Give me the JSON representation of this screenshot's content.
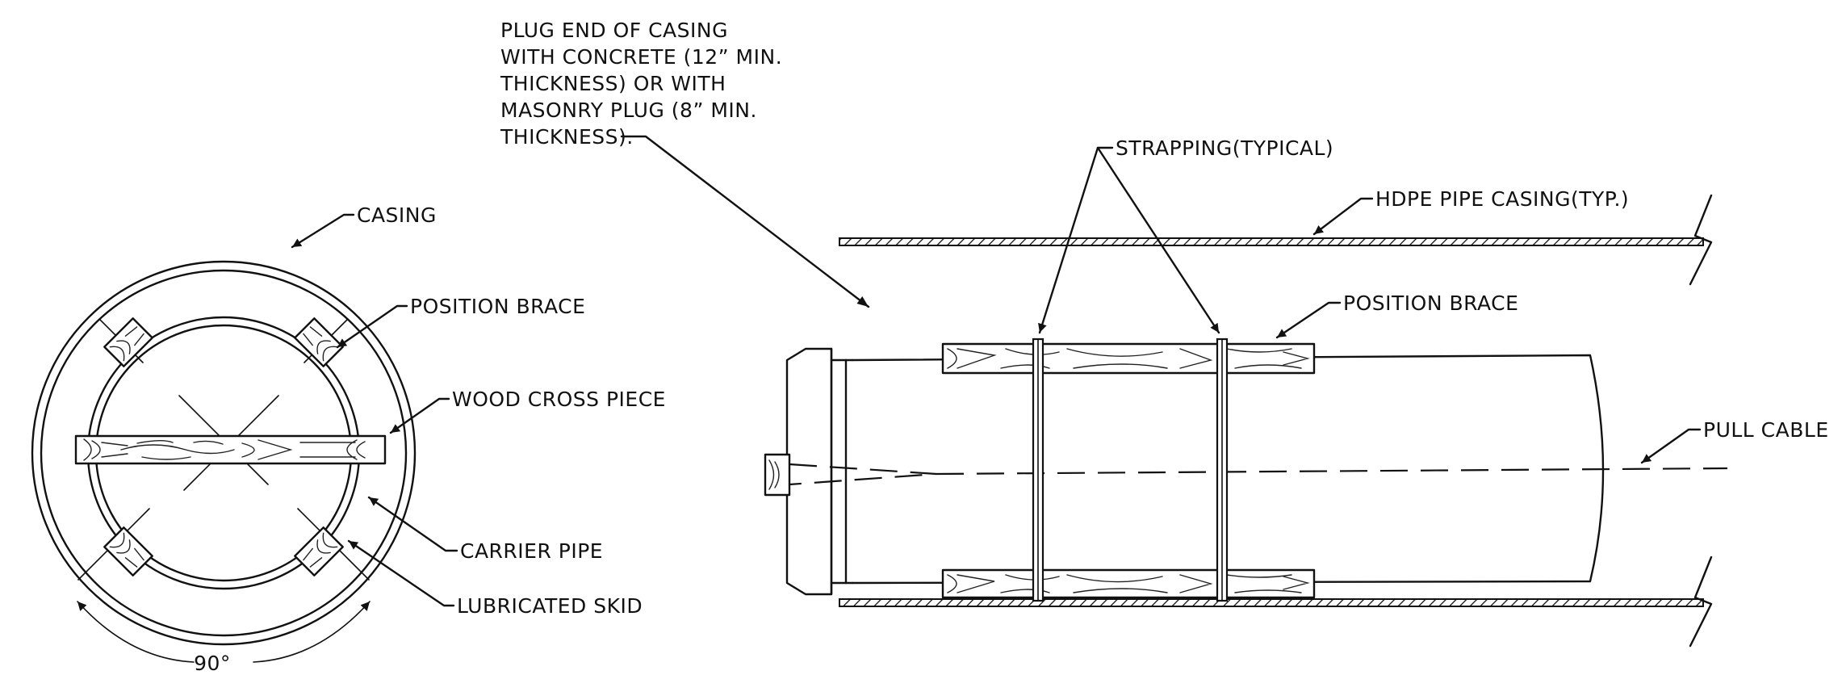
{
  "notes": {
    "plug_end": [
      "PLUG END OF CASING",
      "WITH CONCRETE (12” MIN.",
      "THICKNESS) OR WITH",
      "MASONRY PLUG (8” MIN.",
      "THICKNESS)."
    ]
  },
  "section_view": {
    "casing": "CASING",
    "position_brace": "POSITION BRACE",
    "wood_cross_piece": "WOOD CROSS PIECE",
    "carrier_pipe": "CARRIER PIPE",
    "lubricated_skid": "LUBRICATED SKID",
    "angle": "90°"
  },
  "side_view": {
    "strapping": "STRAPPING(TYPICAL)",
    "hdpe_casing": "HDPE PIPE CASING(TYP.)",
    "position_brace": "POSITION BRACE",
    "pull_cable": "PULL CABLE"
  }
}
